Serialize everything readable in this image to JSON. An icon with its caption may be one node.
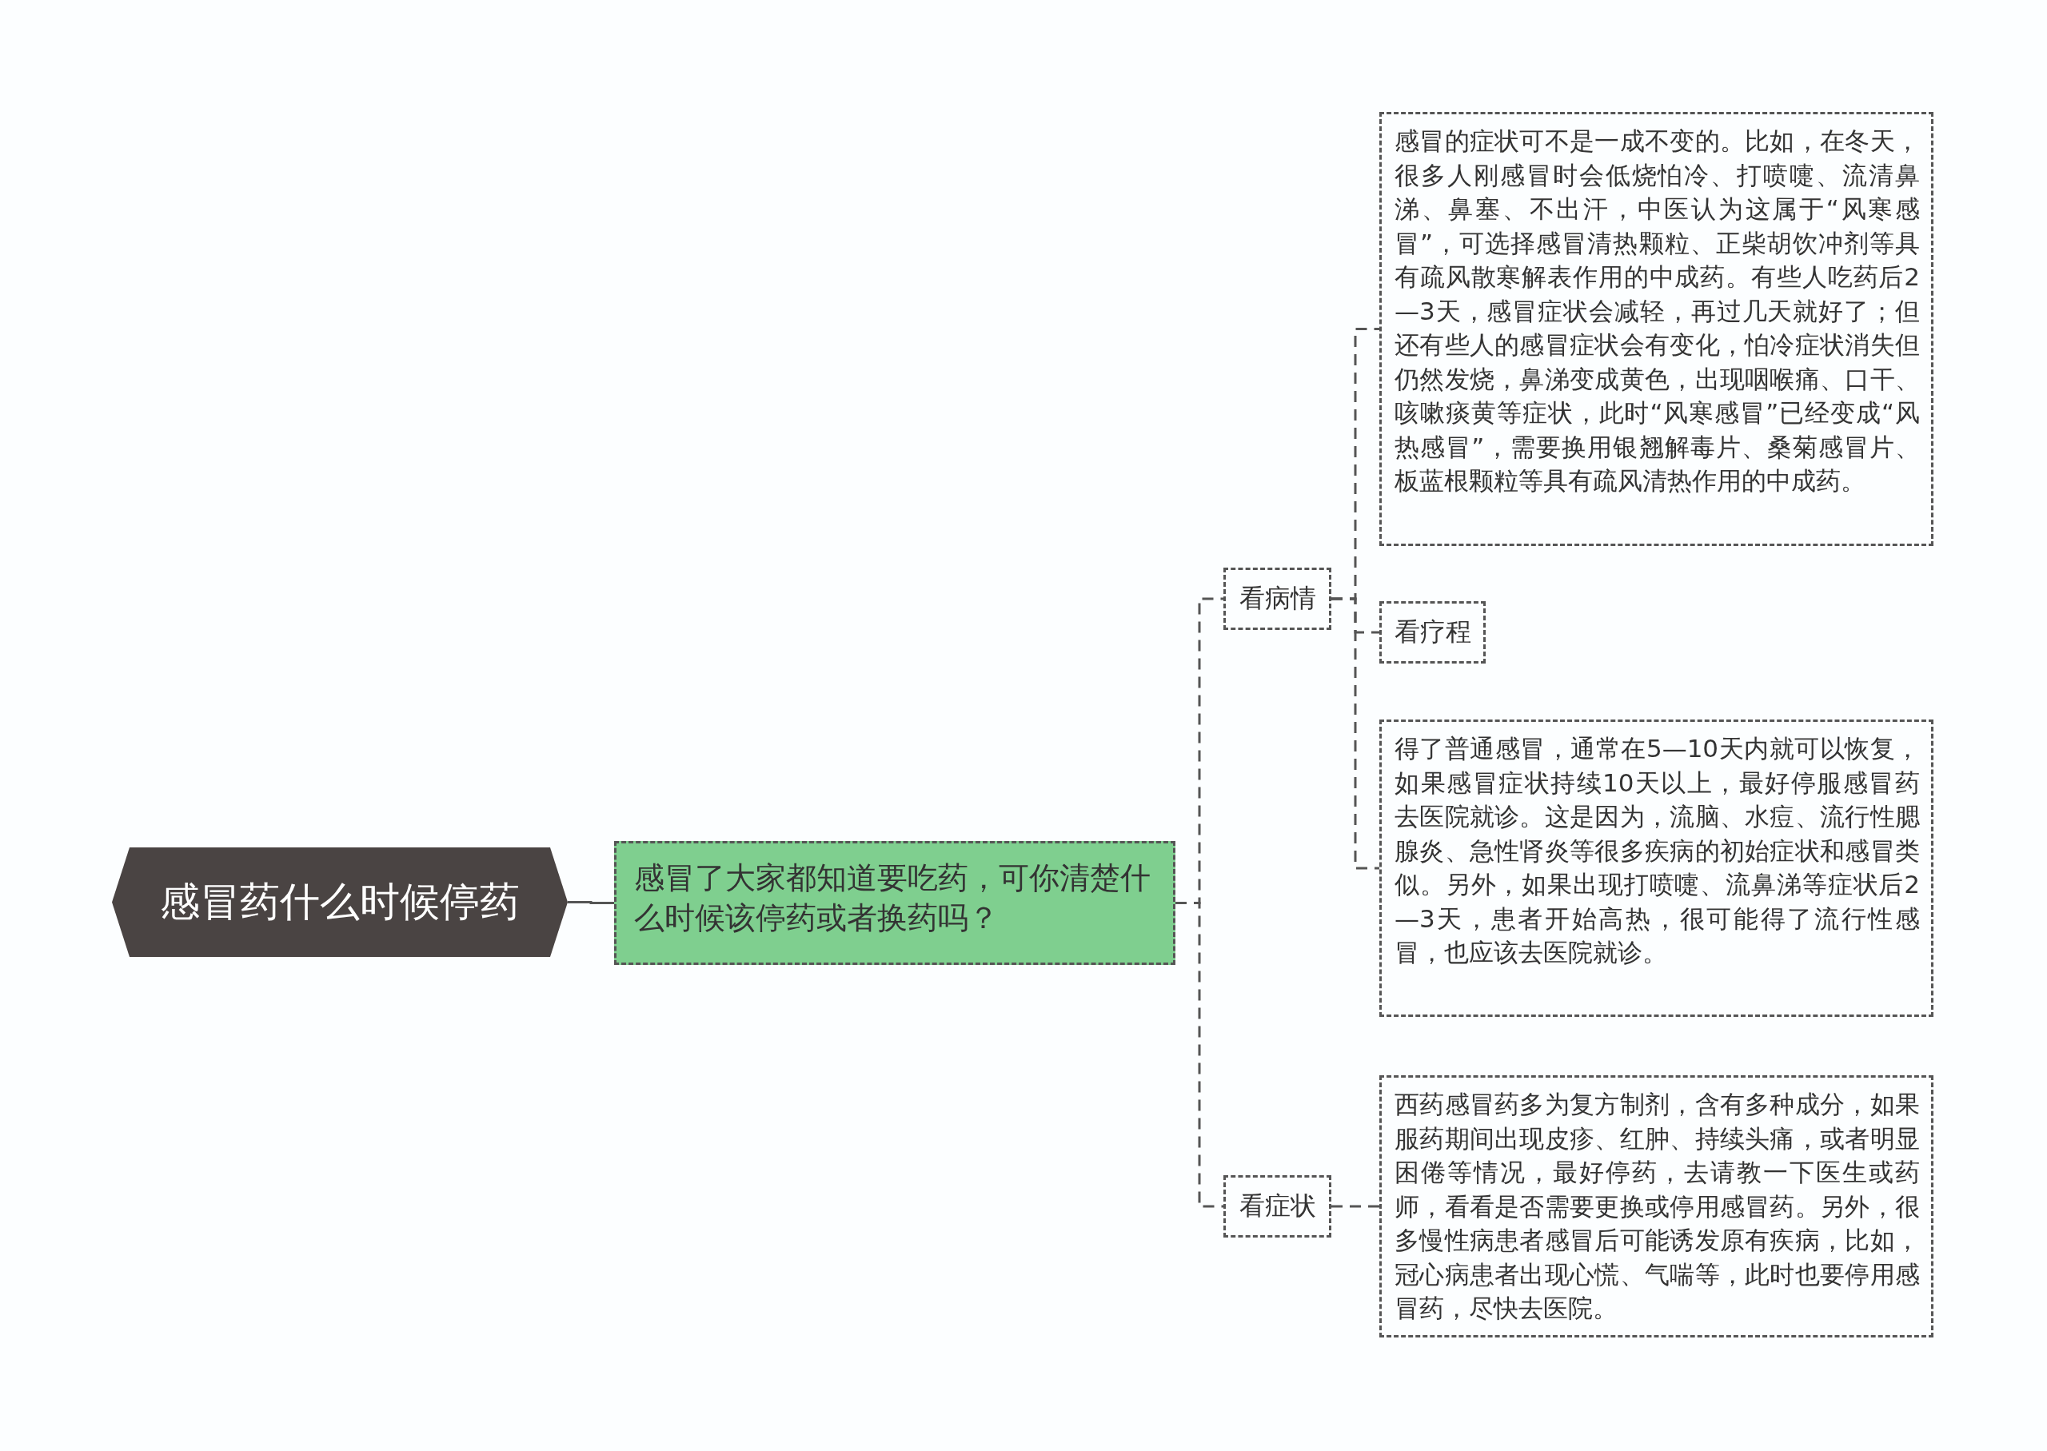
{
  "diagram": {
    "nodes": [
      {
        "text": [
          "感冒药什么时候停药"
        ]
      },
      {
        "text": [
          "感冒了大家都知道要吃药，可你清楚什么时候该停药或者换药吗？"
        ]
      },
      {
        "text": [
          "看病情"
        ]
      },
      {
        "text": [
          "感冒的症状可不是一成不变的。比如，在冬天，很多人刚感冒时会低烧怕冷、打喷嚏、流清鼻涕、鼻塞、不出汗，中医认为这属于“风寒感冒”，可选择感冒清热颗粒、正柴胡饮冲剂等具有疏风散寒解表作用的中成药。有些人吃药后2—3天，感冒症状会减轻，再过几天就好了；但还有些人的感冒症状会有变化，怕冷症状消失但仍然发烧，鼻涕变成黄色，出现咽喉痛、口干、咳嗽痰黄等症状，此时“风寒感冒”已经变成“风热感冒”，需要换用银翘解毒片、桑菊感冒片、板蓝根颗粒等具有疏风清热作用的中成药。"
        ]
      },
      {
        "text": [
          "看疗程"
        ]
      },
      {
        "text": [
          "得了普通感冒，通常在5—10天内就可以恢复，如果感冒症状持续10天以上，最好停服感冒药去医院就诊。这是因为，流脑、水痘、流行性腮腺炎、急性肾炎等很多疾病的初始症状和感冒类似。另外，如果出现打喷嚏、流鼻涕等症状后2—3天，患者开始高热，很可能得了流行性感冒，也应该去医院就诊。"
        ]
      },
      {
        "text": [
          "看症状"
        ]
      },
      {
        "text": [
          "西药感冒药多为复方制剂，含有多种成分，如果服药期间出现皮疹、红肿、持续头痛，或者明显困倦等情况，最好停药，去请教一下医生或药师，看看是否需要更换或停用感冒药。另外，很多慢性病患者感冒后可能诱发原有疾病，比如，冠心病患者出现心慌、气喘等，此时也要停用感冒药，尽快去医院。"
        ]
      }
    ],
    "edges": [
      {
        "from": 0,
        "to": 1,
        "arrow": "none"
      },
      {
        "from": 1,
        "to": 2,
        "arrow": "none",
        "style": "dashed"
      },
      {
        "from": 1,
        "to": 6,
        "arrow": "none",
        "style": "dashed"
      },
      {
        "from": 2,
        "to": 3,
        "arrow": "none",
        "style": "dashed"
      },
      {
        "from": 2,
        "to": 4,
        "arrow": "none",
        "style": "dashed"
      },
      {
        "from": 2,
        "to": 5,
        "arrow": "none",
        "style": "dashed"
      },
      {
        "from": 6,
        "to": 7,
        "arrow": "none",
        "style": "dashed"
      }
    ]
  }
}
